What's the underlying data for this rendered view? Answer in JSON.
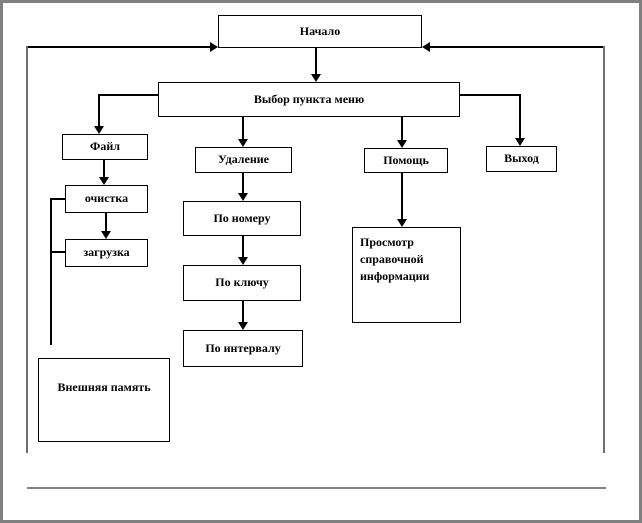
{
  "diagram": {
    "type": "flowchart",
    "language": "ru",
    "nodes": {
      "nachalo": {
        "label": "Начало"
      },
      "vybor": {
        "label": "Выбор пункта меню"
      },
      "fail": {
        "label": "Файл"
      },
      "ochistka": {
        "label": "очистка"
      },
      "zagruzka": {
        "label": "загрузка"
      },
      "udalenie": {
        "label": "Удаление"
      },
      "po_nomeru": {
        "label": "По номеру"
      },
      "po_klyuchu": {
        "label": "По ключу"
      },
      "po_intervalu": {
        "label": "По интервалу"
      },
      "pomosch": {
        "label": "Помощь"
      },
      "prosmotr": {
        "label": "Просмотр справочной информации"
      },
      "vyhod": {
        "label": "Выход"
      },
      "vneshnyaya_pamyat": {
        "label": "Внешняя память"
      }
    },
    "edges": [
      {
        "from": "nachalo",
        "to": "vybor",
        "arrow": true
      },
      {
        "from": "vybor",
        "to": "fail",
        "arrow": true
      },
      {
        "from": "vybor",
        "to": "udalenie",
        "arrow": true
      },
      {
        "from": "vybor",
        "to": "pomosch",
        "arrow": true
      },
      {
        "from": "vybor",
        "to": "vyhod",
        "arrow": true
      },
      {
        "from": "fail",
        "to": "ochistka",
        "arrow": true
      },
      {
        "from": "ochistka",
        "to": "zagruzka",
        "arrow": true
      },
      {
        "from": "udalenie",
        "to": "po_nomeru",
        "arrow": true
      },
      {
        "from": "po_nomeru",
        "to": "po_klyuchu",
        "arrow": true
      },
      {
        "from": "po_klyuchu",
        "to": "po_intervalu",
        "arrow": true
      },
      {
        "from": "pomosch",
        "to": "prosmotr",
        "arrow": true
      },
      {
        "from": "ochistka",
        "to": "vneshnyaya_pamyat",
        "arrow": false
      },
      {
        "from": "zagruzka",
        "to": "vneshnyaya_pamyat",
        "arrow": false
      },
      {
        "from": "left-side-loop",
        "to": "nachalo",
        "arrow": true
      },
      {
        "from": "right-side-loop",
        "to": "nachalo",
        "arrow": true
      }
    ],
    "colors": {
      "box_border": "#000000",
      "frame_border": "#808080",
      "connector": "#000000",
      "side_loop_line": "#6e6e6e",
      "bottom_rule": "#808080",
      "background": "#ffffff"
    }
  }
}
